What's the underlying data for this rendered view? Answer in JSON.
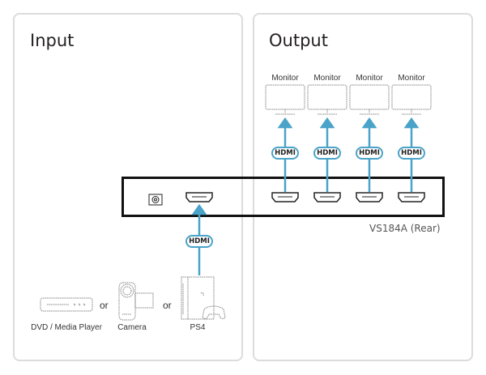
{
  "panels": {
    "input_title": "Input",
    "output_title": "Output"
  },
  "device": {
    "label": "VS184A (Rear)"
  },
  "outputs": [
    {
      "label": "Monitor",
      "cable": "HDMI"
    },
    {
      "label": "Monitor",
      "cable": "HDMI"
    },
    {
      "label": "Monitor",
      "cable": "HDMI"
    },
    {
      "label": "Monitor",
      "cable": "HDMI"
    }
  ],
  "input_cable": "HDMI",
  "sources": [
    {
      "label": "DVD / Media Player"
    },
    {
      "label": "Camera"
    },
    {
      "label": "PS4"
    }
  ],
  "separator": "or",
  "colors": {
    "cable": "#4aa3c9",
    "device_border": "#111111",
    "panel_border": "#dcdcdc"
  }
}
